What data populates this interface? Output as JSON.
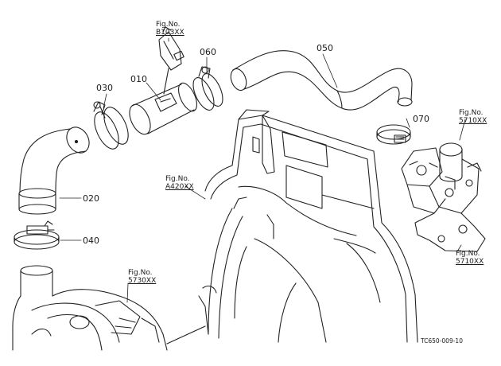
{
  "parts": {
    "p010": "010",
    "p020": "020",
    "p030": "030",
    "p040": "040",
    "p050": "050",
    "p060": "060",
    "p070": "070"
  },
  "figrefs": {
    "b103": {
      "line1": "Fig.No.",
      "line2": "B103XX"
    },
    "a420": {
      "line1": "Fig.No.",
      "line2": "A420XX"
    },
    "f5730": {
      "line1": "Fig.No.",
      "line2": "5730XX"
    },
    "f5710_top": {
      "line1": "Fig.No.",
      "line2": "5710XX"
    },
    "f5710_bottom": {
      "line1": "Fig.No.",
      "line2": "5710XX"
    }
  },
  "drawing_code": "TC650-009-10"
}
